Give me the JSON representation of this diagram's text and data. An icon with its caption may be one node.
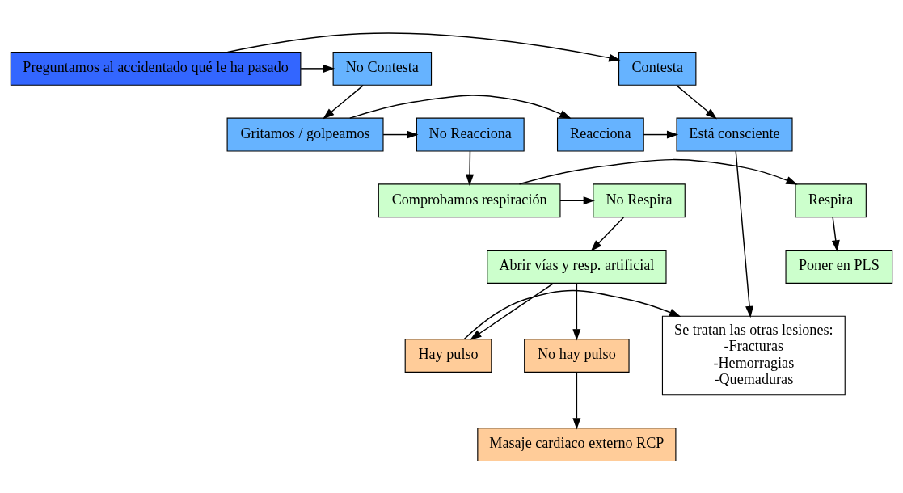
{
  "diagram": {
    "nodes": [
      {
        "text": [
          "Preguntamos al accidentado qué le ha pasado"
        ]
      },
      {
        "text": [
          "Contesta"
        ]
      },
      {
        "text": [
          "No Contesta"
        ]
      },
      {
        "text": [
          "Está consciente"
        ]
      },
      {
        "text": [
          "Reacciona"
        ]
      },
      {
        "text": [
          "Gritamos / golpeamos"
        ]
      },
      {
        "text": [
          "No Reacciona"
        ]
      },
      {
        "text": [
          "Respira"
        ]
      },
      {
        "text": [
          "Comprobamos respiración"
        ]
      },
      {
        "text": [
          "No Respira"
        ]
      },
      {
        "text": [
          "Poner en PLS"
        ]
      },
      {
        "text": [
          "Abrir vías y resp. artificial"
        ]
      },
      {
        "text": [
          "Se tratan las otras lesiones:",
          "-Fracturas",
          "-Hemorragias",
          "-Quemaduras"
        ]
      },
      {
        "text": [
          "Hay pulso"
        ]
      },
      {
        "text": [
          "No hay pulso"
        ]
      },
      {
        "text": [
          "Masaje cardiaco externo RCP"
        ]
      }
    ],
    "edges": [
      {
        "from": 0,
        "to": 1,
        "arrow": "to"
      },
      {
        "from": 0,
        "to": 2,
        "arrow": "to"
      },
      {
        "from": 1,
        "to": 3,
        "arrow": "to"
      },
      {
        "from": 2,
        "to": 5,
        "arrow": "to"
      },
      {
        "from": 5,
        "to": 4,
        "arrow": "to"
      },
      {
        "from": 5,
        "to": 6,
        "arrow": "to"
      },
      {
        "from": 4,
        "to": 3,
        "arrow": "to"
      },
      {
        "from": 3,
        "to": 12,
        "arrow": "to"
      },
      {
        "from": 6,
        "to": 8,
        "arrow": "to"
      },
      {
        "from": 8,
        "to": 7,
        "arrow": "to"
      },
      {
        "from": 8,
        "to": 9,
        "arrow": "to"
      },
      {
        "from": 7,
        "to": 10,
        "arrow": "to"
      },
      {
        "from": 9,
        "to": 11,
        "arrow": "to"
      },
      {
        "from": 11,
        "to": 13,
        "arrow": "to"
      },
      {
        "from": 11,
        "to": 14,
        "arrow": "to"
      },
      {
        "from": 14,
        "to": 15,
        "arrow": "to"
      },
      {
        "from": 13,
        "to": 12,
        "arrow": "to"
      }
    ]
  }
}
